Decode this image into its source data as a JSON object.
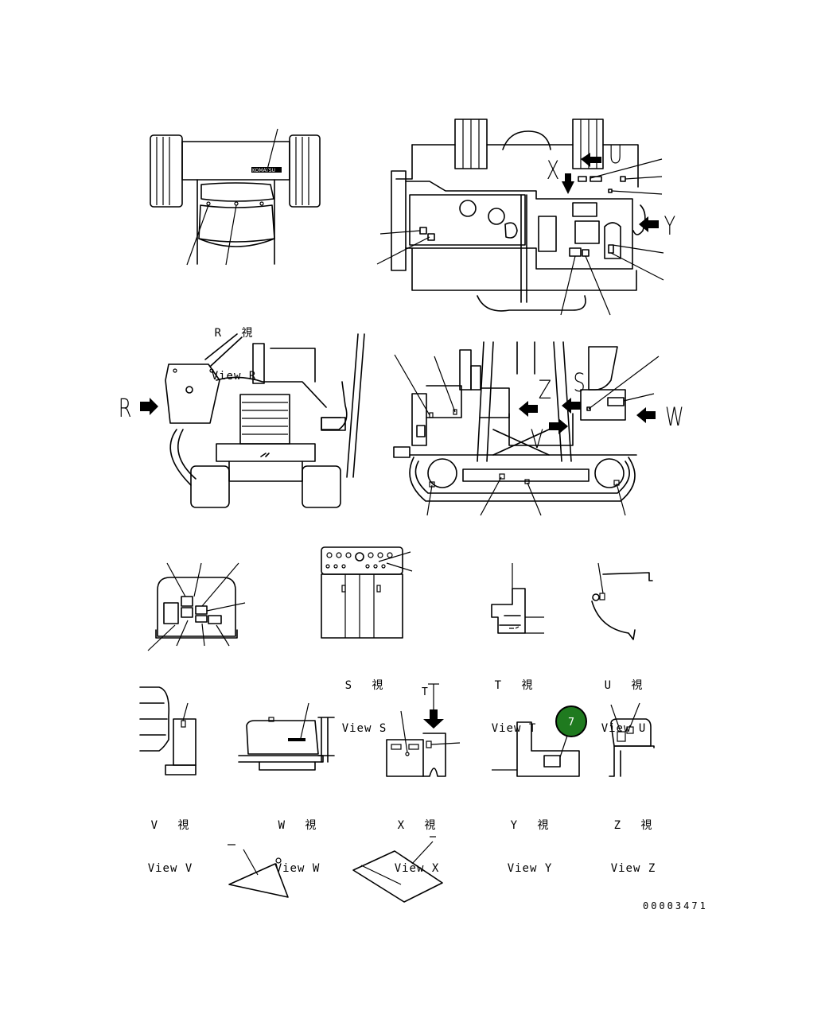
{
  "document_number": "00003471",
  "callout": {
    "number": "7",
    "color": "#1f7a1f"
  },
  "view_arrow_letters": {
    "R": "R",
    "S": "S",
    "U": "U",
    "W": "W",
    "X": "X",
    "Y": "Y",
    "Z": "Z",
    "V": "V"
  },
  "view_captions": [
    {
      "id": "R",
      "jp": "R　 視",
      "en": "View R"
    },
    {
      "id": "S",
      "jp": "S　 視",
      "en": "View S"
    },
    {
      "id": "T",
      "jp": "T　 視",
      "en": "View T"
    },
    {
      "id": "U",
      "jp": "U　 視",
      "en": "View U"
    },
    {
      "id": "V",
      "jp": "V　 視",
      "en": "View V"
    },
    {
      "id": "W",
      "jp": "W　 視",
      "en": "View W"
    },
    {
      "id": "X",
      "jp": "X　 視",
      "en": "View X"
    },
    {
      "id": "Y",
      "jp": "Y　 視",
      "en": "View Y"
    },
    {
      "id": "Z",
      "jp": "Z　 視",
      "en": "View Z"
    }
  ],
  "decal_text": {
    "komatsu": "KOMATSU"
  },
  "tick_label": "T"
}
